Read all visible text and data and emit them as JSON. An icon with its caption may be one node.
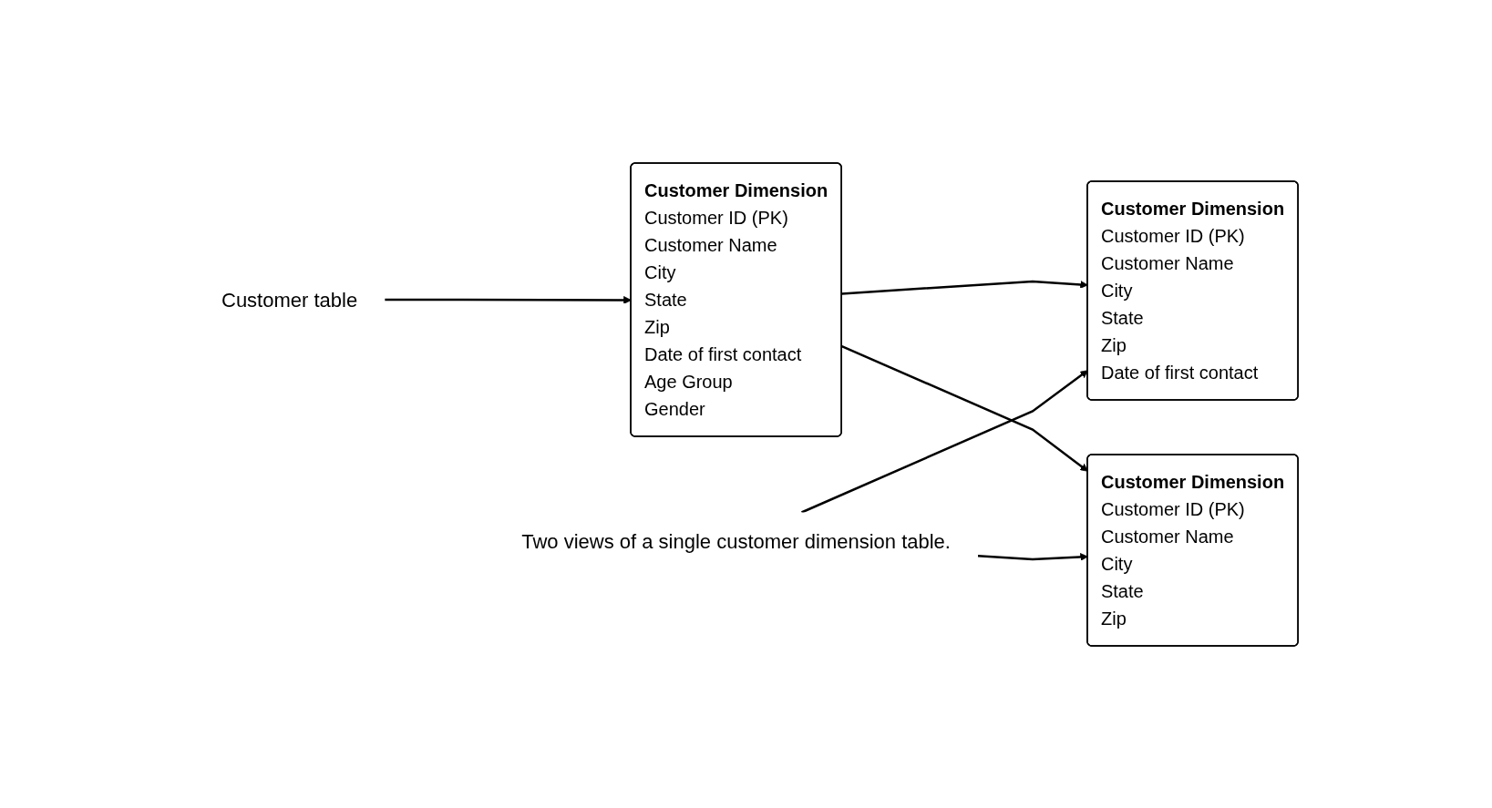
{
  "diagram": {
    "nodes": [
      {
        "text": [
          "Customer table"
        ]
      },
      {
        "text": [
          "Customer Dimension",
          "Customer ID (PK)",
          "Customer Name",
          "City",
          "State",
          "Zip",
          "Date of first contact",
          "Age Group",
          "Gender"
        ]
      },
      {
        "text": [
          "Customer Dimension",
          "Customer ID (PK)",
          "Customer Name",
          "City",
          "State",
          "Zip",
          "Date of first contact"
        ]
      },
      {
        "text": [
          "Customer Dimension",
          "Customer ID (PK)",
          "Customer Name",
          "City",
          "State",
          "Zip"
        ]
      },
      {
        "text": [
          "Two views of a single customer dimension table."
        ]
      }
    ],
    "edges": [
      {
        "from": 0,
        "to": 1,
        "arrow": "to"
      },
      {
        "from": 1,
        "to": 2,
        "arrow": "to"
      },
      {
        "from": 1,
        "to": 3,
        "arrow": "to"
      },
      {
        "from": 4,
        "to": 2,
        "arrow": "to"
      },
      {
        "from": 4,
        "to": 3,
        "arrow": "to"
      }
    ]
  }
}
